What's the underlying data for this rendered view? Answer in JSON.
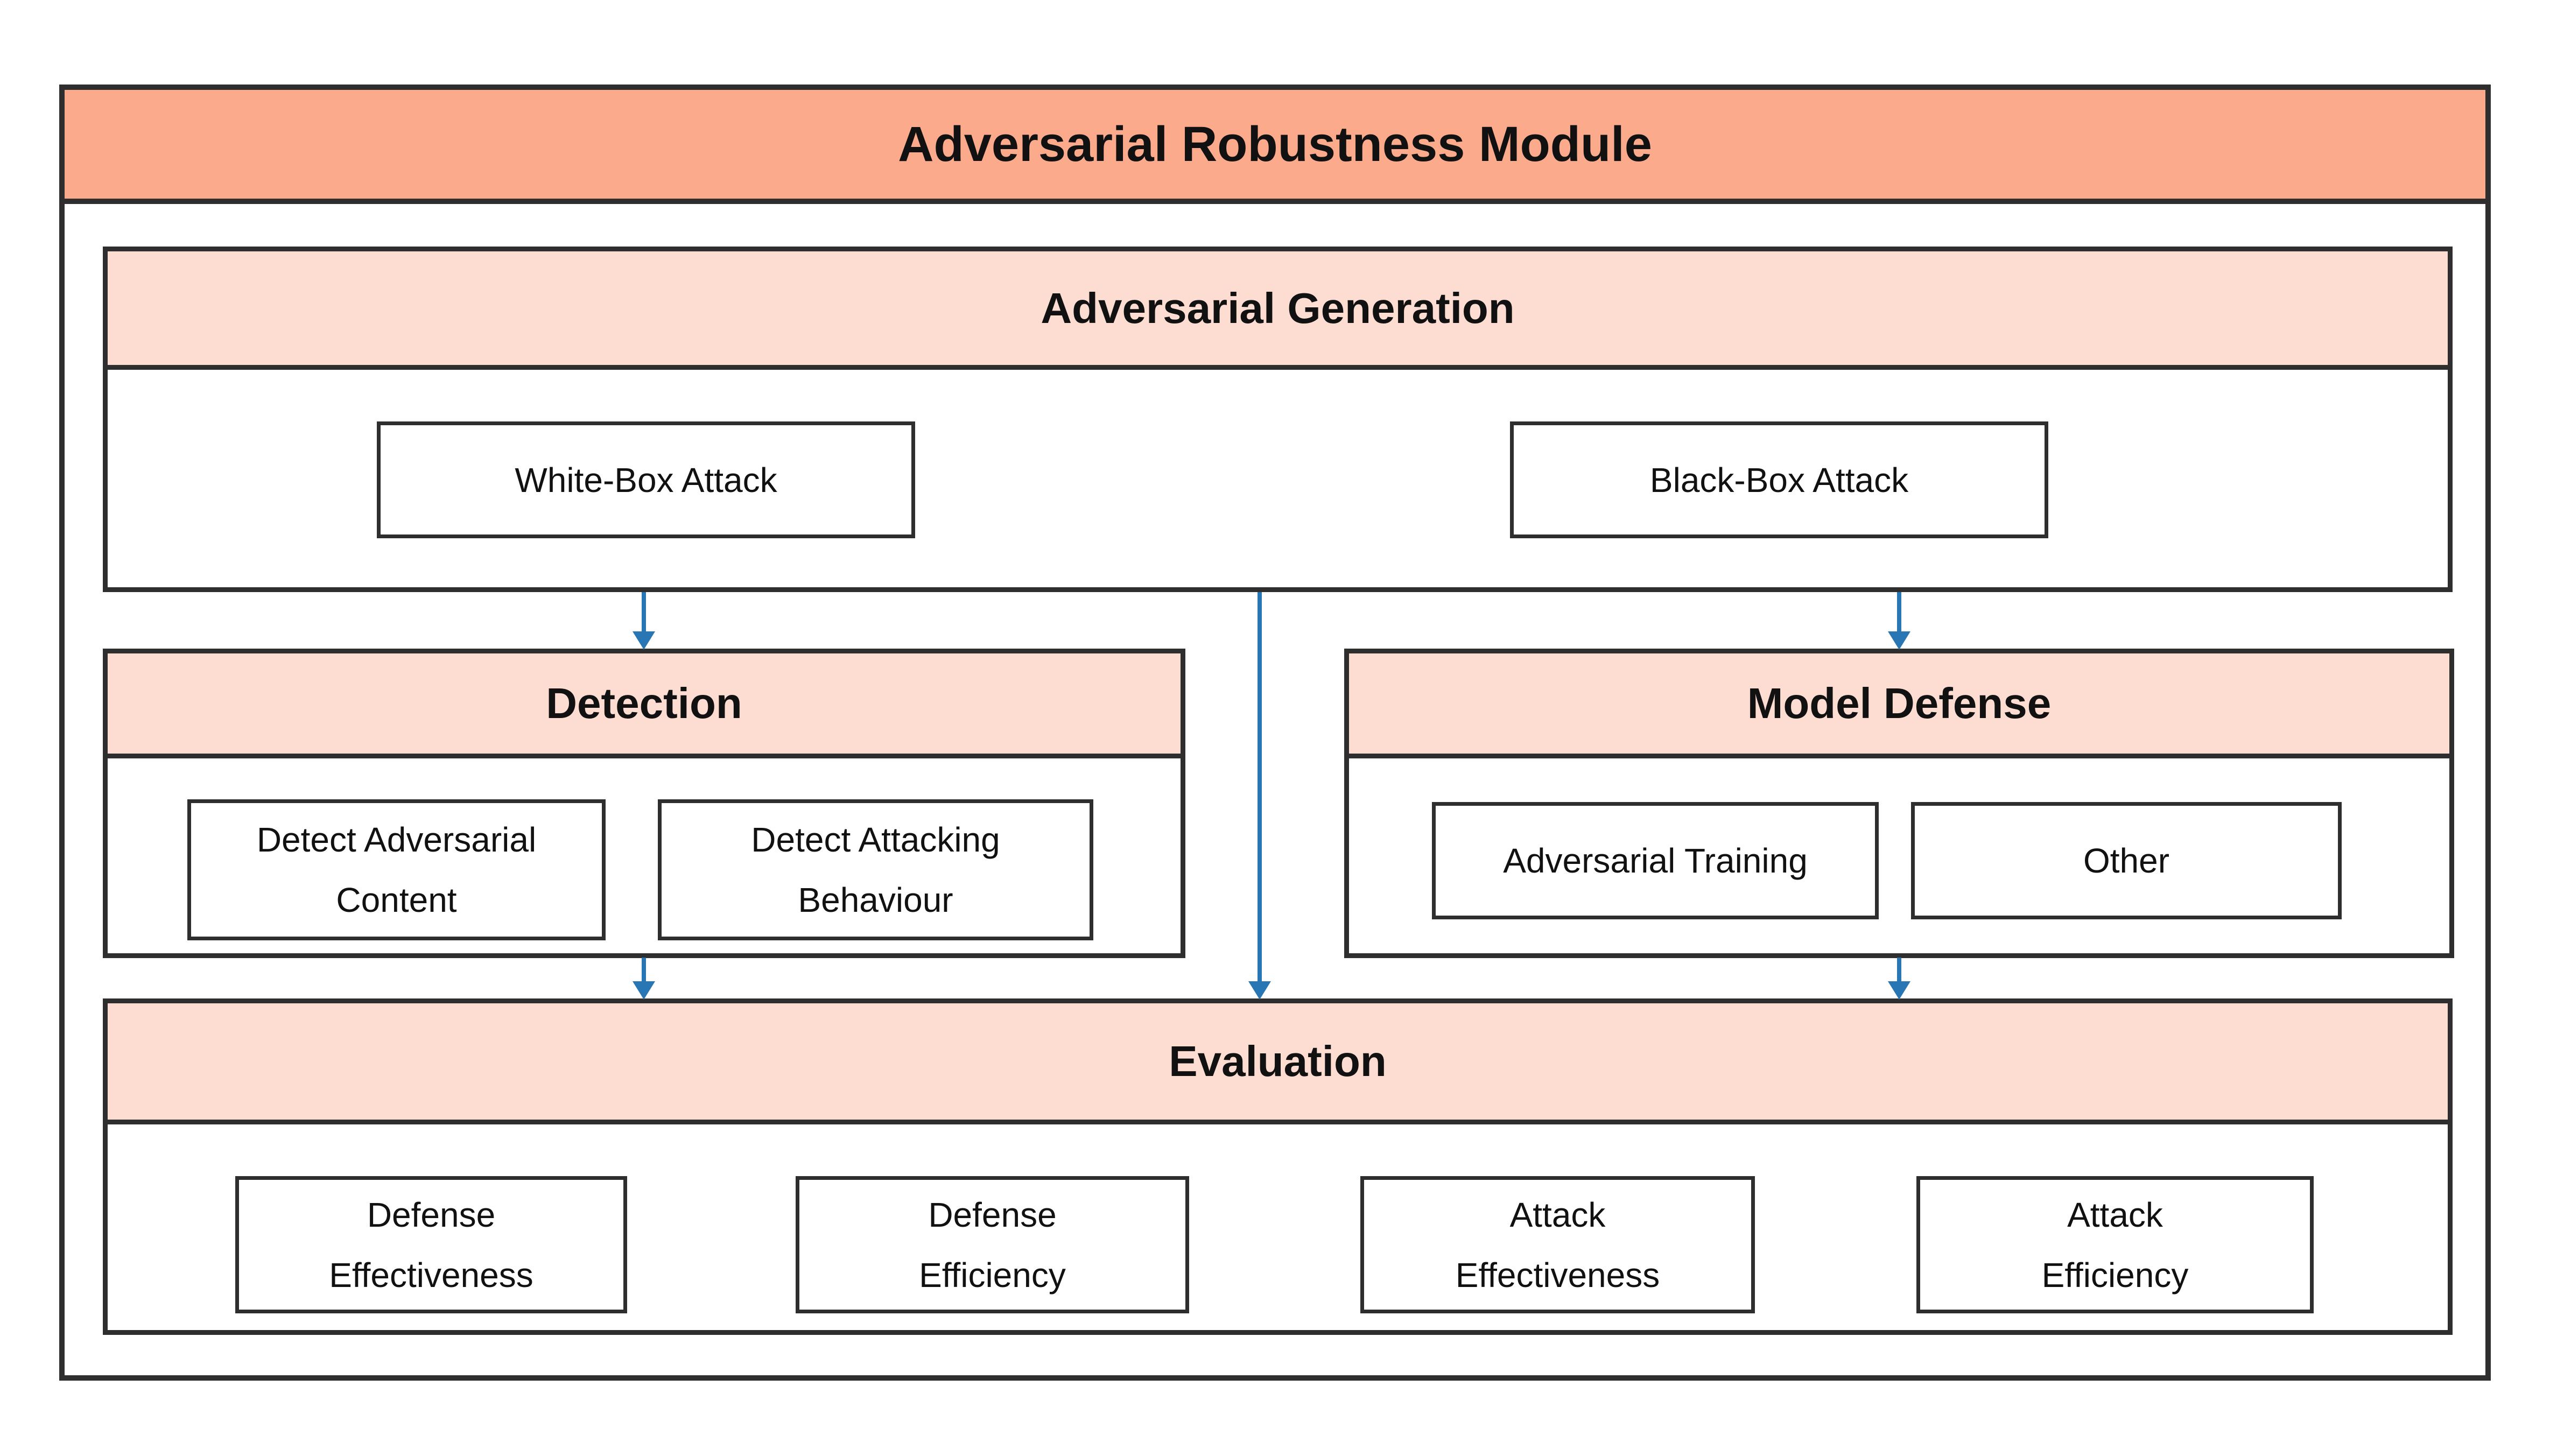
{
  "diagram": {
    "title": "Adversarial Robustness Module",
    "sections": {
      "generation": {
        "title": "Adversarial Generation",
        "items": [
          {
            "label": "White-Box Attack"
          },
          {
            "label": "Black-Box Attack"
          }
        ]
      },
      "detection": {
        "title": "Detection",
        "items": [
          {
            "label": "Detect Adversarial\nContent"
          },
          {
            "label": "Detect Attacking\nBehaviour"
          }
        ]
      },
      "defense": {
        "title": "Model Defense",
        "items": [
          {
            "label": "Adversarial Training"
          },
          {
            "label": "Other"
          }
        ]
      },
      "evaluation": {
        "title": "Evaluation",
        "items": [
          {
            "label": "Defense\nEffectiveness"
          },
          {
            "label": "Defense\nEfficiency"
          },
          {
            "label": "Attack\nEffectiveness"
          },
          {
            "label": "Attack\nEfficiency"
          }
        ]
      }
    },
    "arrows": [
      {
        "name": "generation-to-detection"
      },
      {
        "name": "generation-to-evaluation"
      },
      {
        "name": "generation-to-defense"
      },
      {
        "name": "detection-to-evaluation"
      },
      {
        "name": "defense-to-evaluation"
      }
    ],
    "colors": {
      "title_bg": "#FBAA8B",
      "header_bg": "#FDDCD2",
      "border": "#2E2E2E",
      "arrow": "#2877B4"
    }
  }
}
